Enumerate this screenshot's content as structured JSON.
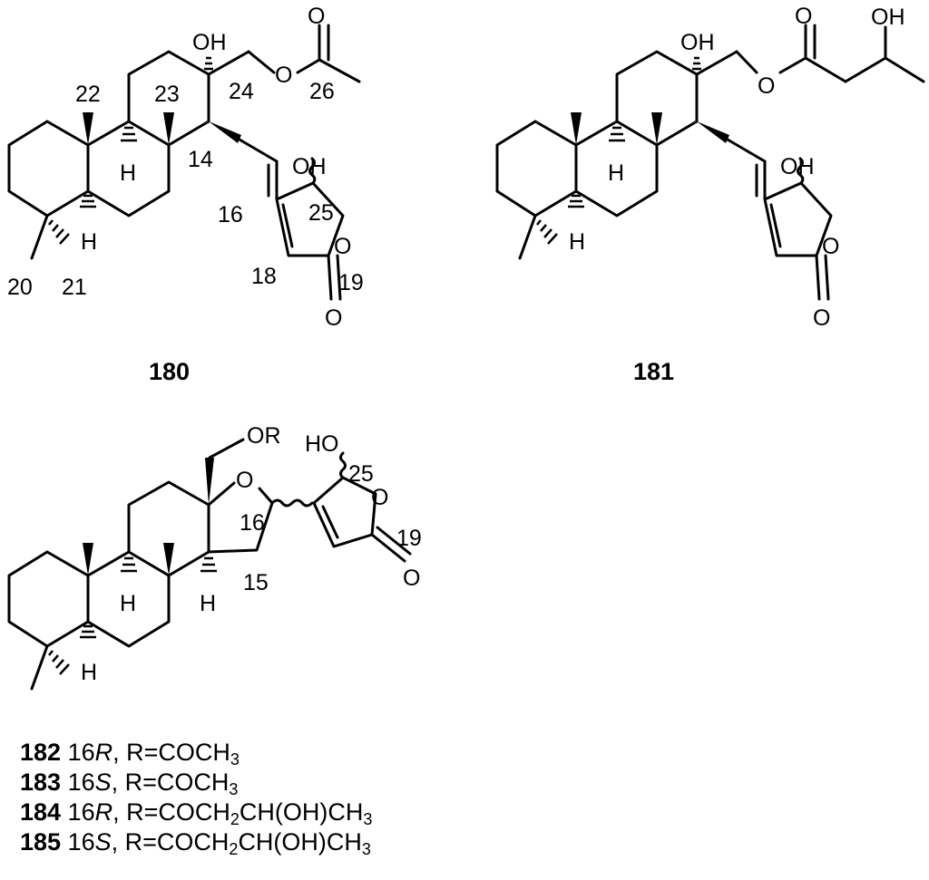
{
  "compounds": {
    "c180": {
      "id": "180",
      "atoms": {
        "oh_top": "OH",
        "o_ester": "O",
        "o_carbonyl": "O",
        "oh_ring": "OH",
        "o_ring": "O",
        "o_lactone": "O",
        "h_a": "H",
        "h_b": "H"
      },
      "numbers": {
        "n22": "22",
        "n23": "23",
        "n24": "24",
        "n26": "26",
        "n14": "14",
        "n16": "16",
        "n25": "25",
        "n18": "18",
        "n19": "19",
        "n20": "20",
        "n21": "21"
      }
    },
    "c181": {
      "id": "181",
      "atoms": {
        "oh_top": "OH",
        "oh_side": "OH",
        "o_ester": "O",
        "o_carbonyl": "O",
        "oh_ring": "OH",
        "o_ring": "O",
        "o_lactone": "O",
        "h_a": "H",
        "h_b": "H"
      }
    },
    "c182_185": {
      "atoms": {
        "or": "OR",
        "o_ether": "O",
        "ho": "HO",
        "o_ring": "O",
        "o_lactone": "O",
        "h_a": "H",
        "h_b": "H",
        "h_c": "H"
      },
      "numbers": {
        "n25": "25",
        "n16": "16",
        "n19": "19",
        "n15": "15"
      }
    }
  },
  "legend": [
    {
      "id": "182",
      "config": "16",
      "stereo": "R",
      "r_prefix": ", R=COCH",
      "sub1": "3",
      "mid": "",
      "sub2": "",
      "tail": ""
    },
    {
      "id": "183",
      "config": "16",
      "stereo": "S",
      "r_prefix": ", R=COCH",
      "sub1": "3",
      "mid": "",
      "sub2": "",
      "tail": ""
    },
    {
      "id": "184",
      "config": "16",
      "stereo": "R",
      "r_prefix": ", R=COCH",
      "sub1": "2",
      "mid": "CH(OH)CH",
      "sub2": "3",
      "tail": ""
    },
    {
      "id": "185",
      "config": "16",
      "stereo": "S",
      "r_prefix": ", R=COCH",
      "sub1": "2",
      "mid": "CH(OH)CH",
      "sub2": "3",
      "tail": ""
    }
  ]
}
